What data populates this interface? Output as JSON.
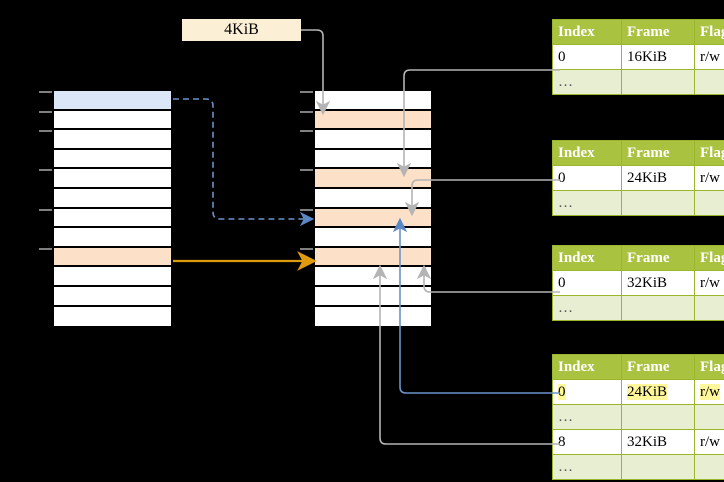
{
  "diagram": {
    "title": "page-table-walk-diagram",
    "page_size_label": "4KiB",
    "colors": {
      "header_green": "#a9c23f",
      "alt_row_green": "#e8eed2",
      "highlight_yellow": "#fff79a",
      "blue_row": "#dbe7f8",
      "peach_row": "#fce0c8",
      "cream_label": "#fbefd5",
      "orange_arrow": "#e8a33d",
      "blue_arrow": "#6b93c8",
      "gray_arrow": "#a8a8a8"
    }
  },
  "virtual_memory": {
    "name": "virtual-address-space-column",
    "row_count": 12,
    "rows": [
      {
        "index": 0,
        "fill": "blue",
        "label": ""
      },
      {
        "index": 1,
        "fill": "white",
        "label": ""
      },
      {
        "index": 2,
        "fill": "white",
        "label": ""
      },
      {
        "index": 3,
        "fill": "white",
        "label": ""
      },
      {
        "index": 4,
        "fill": "white",
        "label": ""
      },
      {
        "index": 5,
        "fill": "white",
        "label": ""
      },
      {
        "index": 6,
        "fill": "white",
        "label": ""
      },
      {
        "index": 7,
        "fill": "white",
        "label": ""
      },
      {
        "index": 8,
        "fill": "peach",
        "label": ""
      },
      {
        "index": 9,
        "fill": "white",
        "label": ""
      },
      {
        "index": 10,
        "fill": "white",
        "label": ""
      },
      {
        "index": 11,
        "fill": "white",
        "label": ""
      }
    ]
  },
  "physical_memory": {
    "name": "physical-memory-column",
    "row_count": 12,
    "rows": [
      {
        "index": 0,
        "fill": "white",
        "label": ""
      },
      {
        "index": 1,
        "fill": "peach",
        "label": ""
      },
      {
        "index": 2,
        "fill": "white",
        "label": ""
      },
      {
        "index": 3,
        "fill": "white",
        "label": ""
      },
      {
        "index": 4,
        "fill": "peach",
        "label": ""
      },
      {
        "index": 5,
        "fill": "white",
        "label": ""
      },
      {
        "index": 6,
        "fill": "peach",
        "label": ""
      },
      {
        "index": 7,
        "fill": "white",
        "label": ""
      },
      {
        "index": 8,
        "fill": "peach",
        "label": ""
      },
      {
        "index": 9,
        "fill": "white",
        "label": ""
      },
      {
        "index": 10,
        "fill": "white",
        "label": ""
      },
      {
        "index": 11,
        "fill": "white",
        "label": ""
      }
    ]
  },
  "page_tables": [
    {
      "name": "page-table-level-1",
      "headers": [
        "Index",
        "Frame",
        "Flags"
      ],
      "rows": [
        {
          "index": "0",
          "frame": "16KiB",
          "flags": "r/w",
          "style": "normal"
        },
        {
          "index": "…",
          "frame": "",
          "flags": "",
          "style": "alt"
        }
      ]
    },
    {
      "name": "page-table-level-2",
      "headers": [
        "Index",
        "Frame",
        "Flags"
      ],
      "rows": [
        {
          "index": "0",
          "frame": "24KiB",
          "flags": "r/w",
          "style": "normal"
        },
        {
          "index": "…",
          "frame": "",
          "flags": "",
          "style": "alt"
        }
      ]
    },
    {
      "name": "page-table-level-3",
      "headers": [
        "Index",
        "Frame",
        "Flags"
      ],
      "rows": [
        {
          "index": "0",
          "frame": "32KiB",
          "flags": "r/w",
          "style": "normal"
        },
        {
          "index": "…",
          "frame": "",
          "flags": "",
          "style": "alt"
        }
      ]
    },
    {
      "name": "page-table-level-4",
      "headers": [
        "Index",
        "Frame",
        "Flags"
      ],
      "rows": [
        {
          "index": "0",
          "frame": "24KiB",
          "flags": "r/w",
          "style": "highlight"
        },
        {
          "index": "…",
          "frame": "",
          "flags": "",
          "style": "alt"
        },
        {
          "index": "8",
          "frame": "32KiB",
          "flags": "r/w",
          "style": "normal"
        },
        {
          "index": "…",
          "frame": "",
          "flags": "",
          "style": "alt"
        }
      ]
    }
  ]
}
